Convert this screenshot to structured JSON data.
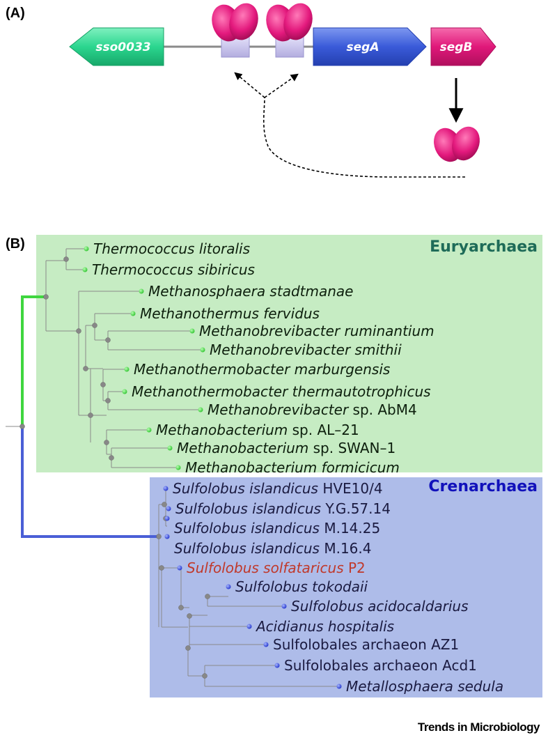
{
  "panels": {
    "a": "(A)",
    "b": "(B)"
  },
  "genes": {
    "sso0033": "sso0033",
    "segA": "segA",
    "segB": "segB"
  },
  "groups": {
    "eury": "Euryarchaea",
    "cren": "Crenarchaea"
  },
  "colors": {
    "eury_bg": "#c6ecc3",
    "cren_bg": "#aebce9",
    "eury_title": "#1e6b58",
    "cren_title": "#1111bb",
    "eury_line": "#3fd63f",
    "cren_line": "#4a5fd6",
    "highlight": "#c0392b",
    "sso_gene": "#2bd68f",
    "segA_gene": "#3a5bd9",
    "segB_gene": "#e0187a",
    "protein": "#e3197d",
    "box": "#c9c4ec"
  },
  "euryarchaea": [
    {
      "genus": "Thermococcus litoralis",
      "suffix": ""
    },
    {
      "genus": "Thermococcus sibiricus",
      "suffix": ""
    },
    {
      "genus": "Methanosphaera stadtmanae",
      "suffix": ""
    },
    {
      "genus": "Methanothermus fervidus",
      "suffix": ""
    },
    {
      "genus": "Methanobrevibacter ruminantium",
      "suffix": ""
    },
    {
      "genus": "Methanobrevibacter smithii",
      "suffix": ""
    },
    {
      "genus": "Methanothermobacter marburgensis",
      "suffix": ""
    },
    {
      "genus": "Methanothermobacter thermautotrophicus",
      "suffix": ""
    },
    {
      "genus": "Methanobrevibacter",
      "suffix": " sp. AbM4"
    },
    {
      "genus": "Methanobacterium",
      "suffix": " sp. AL–21"
    },
    {
      "genus": "Methanobacterium",
      "suffix": " sp. SWAN–1"
    },
    {
      "genus": "Methanobacterium formicicum",
      "suffix": ""
    }
  ],
  "crenarchaea": [
    {
      "genus": "Sulfolobus islandicus",
      "suffix": " HVE10/4"
    },
    {
      "genus": "Sulfolobus islandicus",
      "suffix": " Y.G.57.14"
    },
    {
      "genus": "Sulfolobus islandicus",
      "suffix": " M.14.25"
    },
    {
      "genus": "Sulfolobus islandicus",
      "suffix": " M.16.4"
    },
    {
      "genus": "Sulfolobus solfataricus",
      "suffix": " P2"
    },
    {
      "genus": "Sulfolobus tokodaii",
      "suffix": ""
    },
    {
      "genus": "Sulfolobus acidocaldarius",
      "suffix": ""
    },
    {
      "genus": "Acidianus hospitalis",
      "suffix": ""
    },
    {
      "genus": "",
      "suffix": "Sulfolobales archaeon AZ1"
    },
    {
      "genus": "",
      "suffix": "Sulfolobales archaeon Acd1"
    },
    {
      "genus": "Metallosphaera sedula",
      "suffix": ""
    }
  ],
  "footer": "Trends in Microbiology"
}
